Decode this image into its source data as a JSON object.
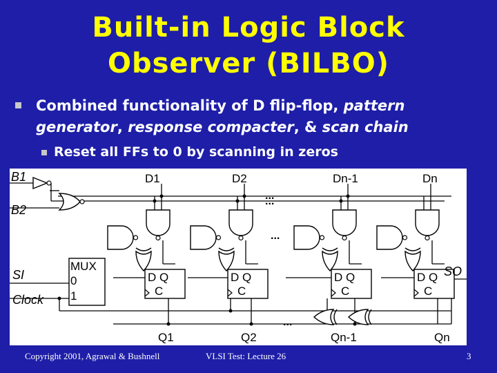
{
  "slide": {
    "title_line1": "Built-in Logic Block",
    "title_line2": "Observer (BILBO)",
    "bullet_text_a": "Combined functionality of D flip-flop, ",
    "bullet_em1": "pattern generator",
    "bullet_text_b": ", ",
    "bullet_em2": "response compacter",
    "bullet_text_c": ", & ",
    "bullet_em3": "scan chain",
    "sub_bullet": "Reset all FFs to 0 by scanning in zeros"
  },
  "diagram": {
    "inputs": {
      "b1": "B1",
      "b2": "B2",
      "si": "SI",
      "clock": "Clock",
      "so": "SO"
    },
    "d_labels": [
      "D1",
      "D2",
      "Dn-1",
      "Dn"
    ],
    "q_labels": [
      "Q1",
      "Q2",
      "Qn-1",
      "Qn"
    ],
    "mux": {
      "title": "MUX",
      "in0": "0",
      "in1": "1"
    },
    "ff": {
      "dq": "D Q",
      "c": "C"
    },
    "ellipsis": "..."
  },
  "footer": {
    "copyright": "Copyright 2001, Agrawal & Bushnell",
    "course": "VLSI Test: Lecture 26",
    "page": "3"
  }
}
